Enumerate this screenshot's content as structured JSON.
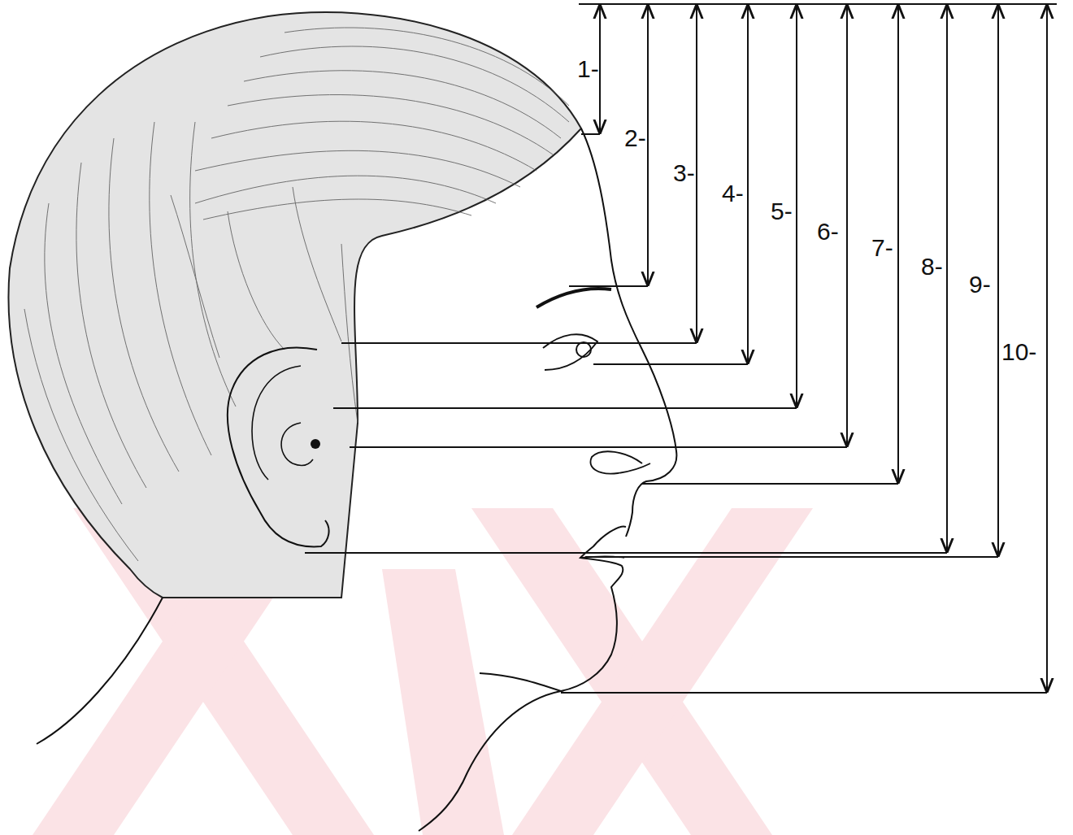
{
  "diagram": {
    "labels": [
      "1-",
      "2-",
      "3-",
      "4-",
      "5-",
      "6-",
      "7-",
      "8-",
      "9-",
      "10-"
    ]
  }
}
